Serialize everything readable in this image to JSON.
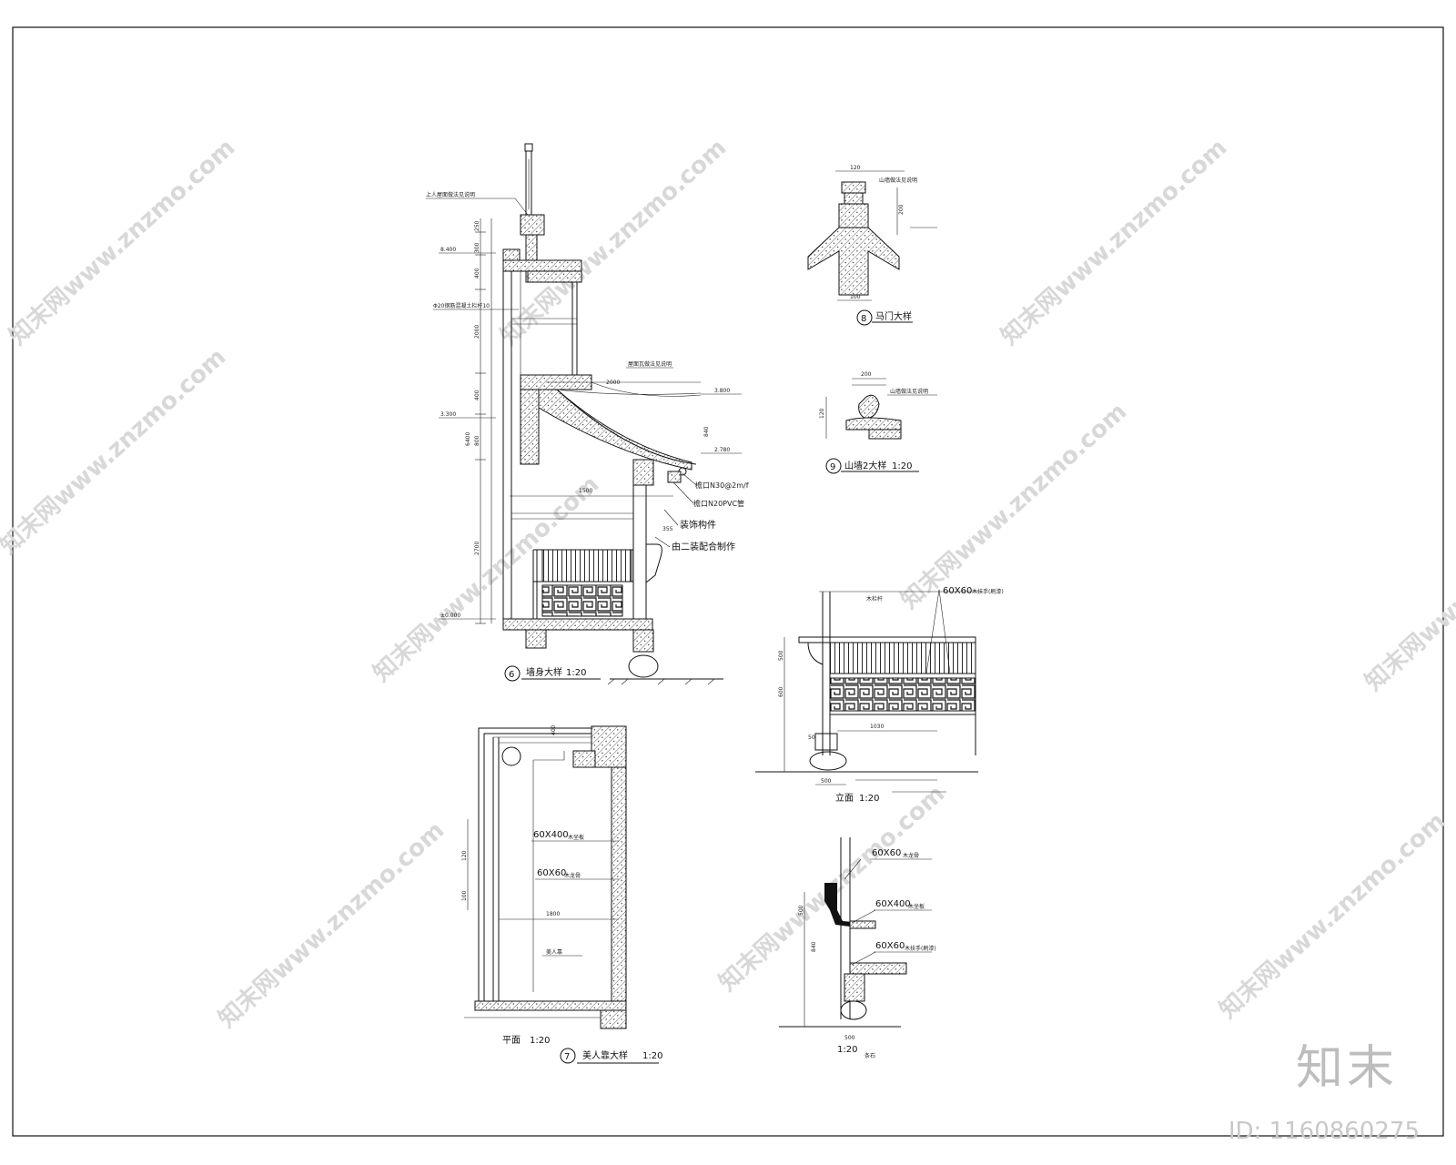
{
  "details": {
    "d6": {
      "num": "6",
      "title": "墙身大样",
      "scale": "1:20"
    },
    "d7": {
      "num": "7",
      "title": "美人靠大样",
      "scale": "1:20",
      "plan_label": "平面",
      "plan_scale": "1:20"
    },
    "d8": {
      "num": "8",
      "title": "马门大样"
    },
    "d9": {
      "num": "9",
      "title": "山墙2大样",
      "scale": "1:20"
    },
    "elev": {
      "label": "立面",
      "scale": "1:20"
    },
    "sect": {
      "scale": "1:20"
    }
  },
  "annotations": {
    "decor_part": "装饰构件",
    "carpentry": "由二装配合制作",
    "gutter": "檐口N30@2m/f",
    "pipe": "檐口N20PVC管",
    "rebar": "Φ20钢筋混凝土栏杆10",
    "roof_note": "上人屋面做法见说明",
    "stone": "条石",
    "wood1": "木栏杆",
    "eave_note": "屋面瓦做法见说明",
    "gable_note": "山墙做法见说明",
    "seat_note": "美人靠",
    "rail1": "60X60",
    "rail1_note": "木扶手(刷漆)",
    "rail2": "60X400",
    "rail2_note": "木坐板",
    "rail3": "60X60",
    "rail3_note": "木龙骨",
    "sec_rail1": "60X60",
    "sec_rail2": "60X400",
    "sec_rail3": "60X60",
    "plan_rail1": "60X400",
    "plan_rail2": "60X60"
  },
  "elevations": {
    "e1": "8.400",
    "e2": "3.800",
    "e3": "3.300",
    "e4": "2.780",
    "e5": "±0.000"
  },
  "dims": {
    "d250": "250",
    "d300": "300",
    "d400": "400",
    "d2000": "2000",
    "d6400": "6400",
    "d800": "800",
    "d2700": "2700",
    "d1500": "1500",
    "d600": "600",
    "d355": "355",
    "d840": "840",
    "d1030": "1030",
    "d500": "500",
    "d50": "50",
    "d1800": "1800",
    "d120": "120",
    "d200": "200",
    "d100": "100"
  },
  "brand": {
    "name": "知末",
    "id": "ID: 1160860275"
  },
  "watermark": {
    "text": "知末网www.znzmo.com"
  }
}
